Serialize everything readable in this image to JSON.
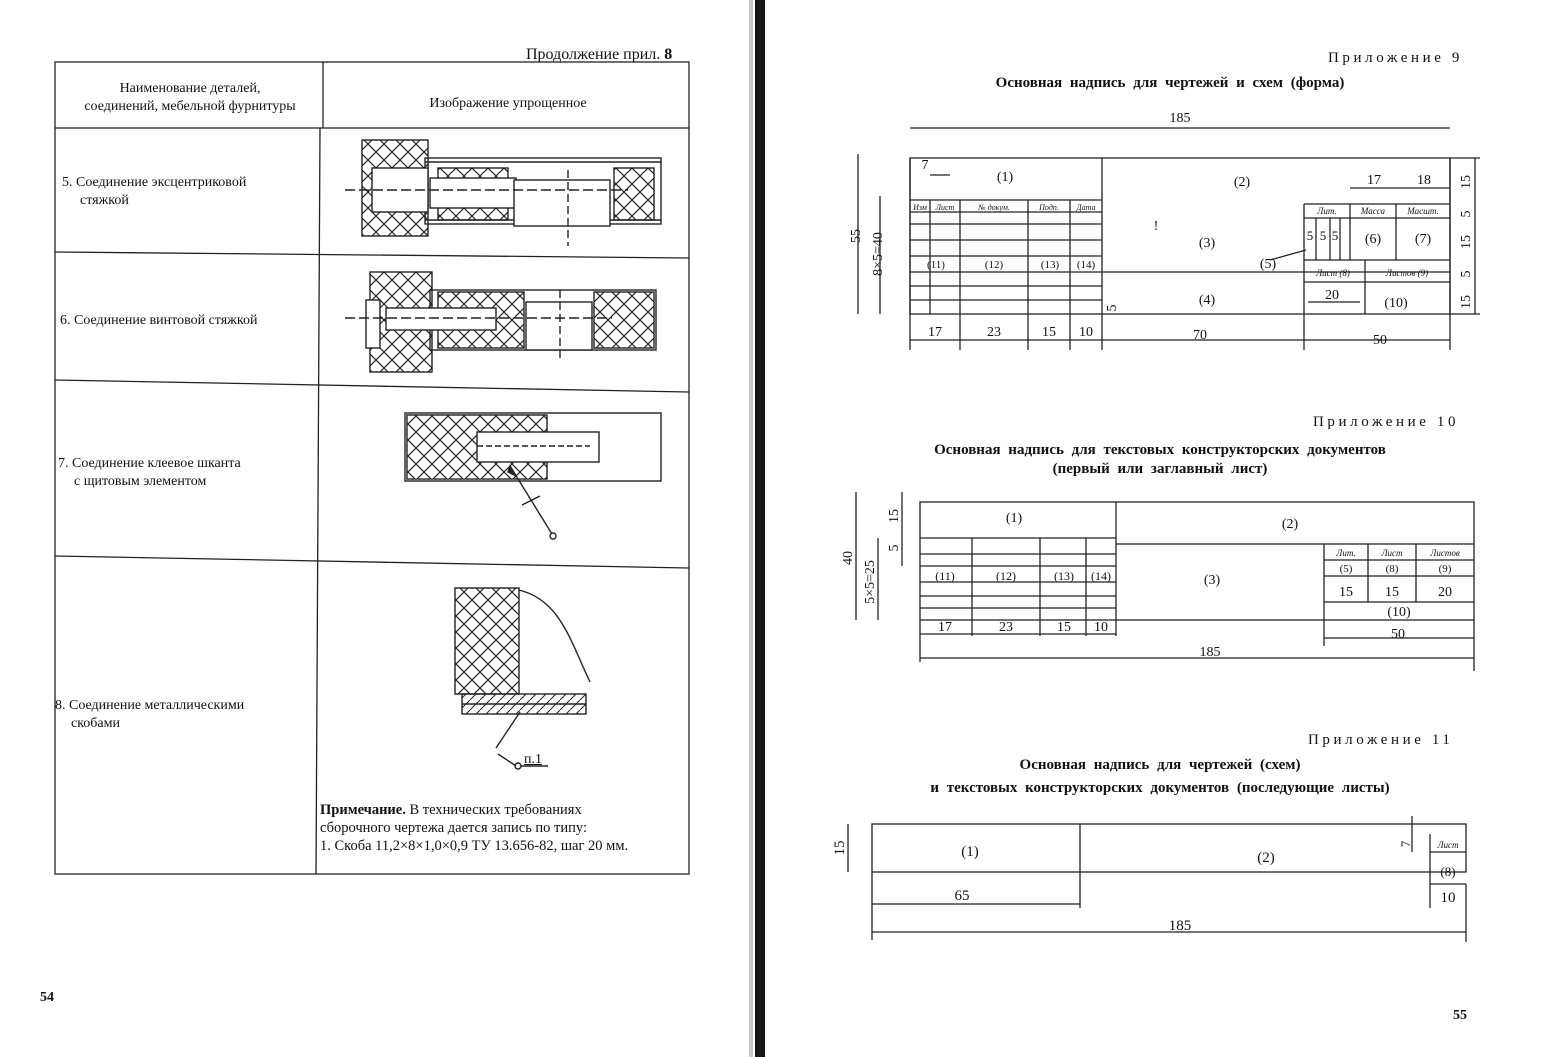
{
  "left_page": {
    "continuation": "Продолжение прил.",
    "continuation_num": "8",
    "header_col1": [
      "Наименование деталей,",
      "соединений, мебельной фурнитуры"
    ],
    "header_col2": "Изображение упрощенное",
    "rows": [
      {
        "label": [
          "5. Соединение эксцентриковой",
          "стяжкой"
        ]
      },
      {
        "label": [
          "6. Соединение винтовой стяжкой"
        ]
      },
      {
        "label": [
          "7. Соединение клеевое шканта",
          "с щитовым элементом"
        ]
      },
      {
        "label": [
          "8. Соединение металлическими",
          "скобами"
        ]
      }
    ],
    "mark_label": "п.1",
    "note_title": "Примечание.",
    "note_text_1": " В технических требованиях",
    "note_text_2": "сборочного чертежа дается запись по типу:",
    "note_text_3": "1. Скоба 11,2×8×1,0×0,9 ТУ 13.656-82, шаг 20 мм.",
    "page_number": "54"
  },
  "right_page": {
    "app9": {
      "title": "Приложение 9",
      "caption": "Основная надпись для чертежей и схем (форма)",
      "dims": {
        "top": "185",
        "d7": "7",
        "d17": "17",
        "d18": "18",
        "h55": "55",
        "h8x5": "8×5=40",
        "h15a": "15",
        "h5a": "5",
        "h15b": "15",
        "h5b": "5",
        "h15c": "15",
        "h5left": "5",
        "d20": "20",
        "b17": "17",
        "b23": "23",
        "b15": "15",
        "b10": "10",
        "b70": "70",
        "b50": "50",
        "c5a": "5",
        "c5b": "5",
        "c5c": "5"
      },
      "cells": {
        "c1": "(1)",
        "c2": "(2)",
        "c3": "(3)",
        "c4": "(4)",
        "c5": "(5)",
        "c6": "(6)",
        "c7": "(7)",
        "c10": "(10)",
        "c11": "(11)",
        "c12": "(12)",
        "c13": "(13)",
        "c14": "(14)",
        "izm": "Изм",
        "list": "Лист",
        "ndoc": "№ докум.",
        "podp": "Подп.",
        "data": "Дата",
        "lit": "Лит.",
        "massa": "Масса",
        "masht": "Масшт.",
        "list8": "Лист (8)",
        "listov9": "Листов (9)",
        "excl": "!"
      }
    },
    "app10": {
      "title": "Приложение 10",
      "caption_1": "Основная надпись для текстовых конструкторских документов",
      "caption_2": "(первый или заглавный лист)",
      "dims": {
        "h40": "40",
        "h5x5": "5×5=25",
        "h15": "15",
        "h5": "5",
        "b17": "17",
        "b23": "23",
        "b15": "15",
        "b10": "10",
        "b185": "185",
        "b50": "50",
        "d15a": "15",
        "d15b": "15",
        "d20": "20"
      },
      "cells": {
        "c1": "(1)",
        "c2": "(2)",
        "c3": "(3)",
        "c11": "(11)",
        "c12": "(12)",
        "c13": "(13)",
        "c14": "(14)",
        "lit": "Лит.",
        "list": "Лист",
        "listov": "Листов",
        "c5": "(5)",
        "c8": "(8)",
        "c9": "(9)",
        "c10": "(10)"
      }
    },
    "app11": {
      "title": "Приложение 11",
      "caption_1": "Основная надпись для чертежей (схем)",
      "caption_2": "и текстовых конструкторских документов (последующие листы)",
      "dims": {
        "h15": "15",
        "h7": "7",
        "b65": "65",
        "b185": "185",
        "b10": "10"
      },
      "cells": {
        "c1": "(1)",
        "c2": "(2)",
        "list": "Лист",
        "c8": "(8)"
      }
    },
    "page_number": "55"
  }
}
